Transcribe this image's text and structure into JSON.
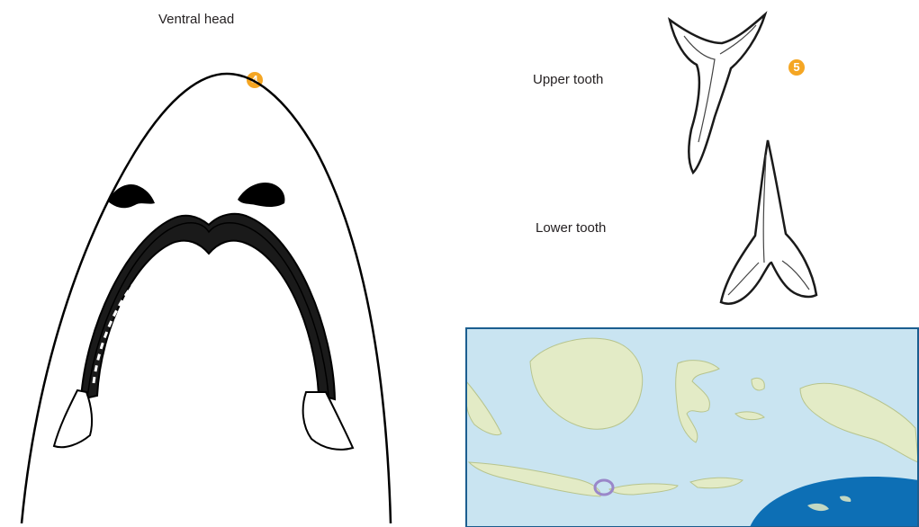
{
  "labels": {
    "ventral_head": "Ventral head",
    "upper_tooth": "Upper tooth",
    "lower_tooth": "Lower tooth"
  },
  "markers": {
    "head": "4",
    "teeth": "5"
  },
  "colors": {
    "marker": "#f5a623",
    "map_ocean": "#c9e4f1",
    "map_land": "#e3ebc6",
    "map_border": "#1b5e8f",
    "map_deep_ocean": "#0d6fb5",
    "map_highlight": "#9a87c9"
  }
}
